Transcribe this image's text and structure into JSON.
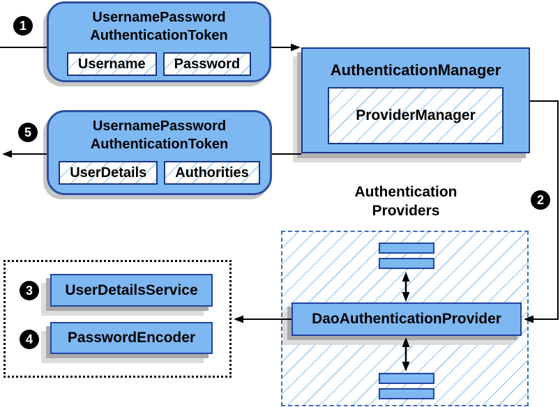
{
  "colors": {
    "node_fill": "#7eb8f2",
    "node_border": "#1e44a1",
    "token_border": "#2b4fa0",
    "hatch_line": "#a9cff0",
    "dashed_border": "#3a6fb5",
    "shadow_dark": "#a9a9a9",
    "shadow_light": "#dcdcdc",
    "connector": "#000000",
    "badge_bg": "#000000",
    "badge_text": "#ffffff"
  },
  "badges": {
    "step1": "1",
    "step2": "2",
    "step3": "3",
    "step4": "4",
    "step5": "5"
  },
  "request_token": {
    "title": "UsernamePassword\nAuthenticationToken",
    "fields": [
      "Username",
      "Password"
    ]
  },
  "authentication_manager": {
    "title": "AuthenticationManager",
    "inner": "ProviderManager"
  },
  "response_token": {
    "title": "UsernamePassword\nAuthenticationToken",
    "fields": [
      "UserDetails",
      "Authorities"
    ]
  },
  "authentication_providers": {
    "label": "Authentication\nProviders",
    "dao": "DaoAuthenticationProvider"
  },
  "collaborators": {
    "user_details_service": "UserDetailsService",
    "password_encoder": "PasswordEncoder"
  }
}
